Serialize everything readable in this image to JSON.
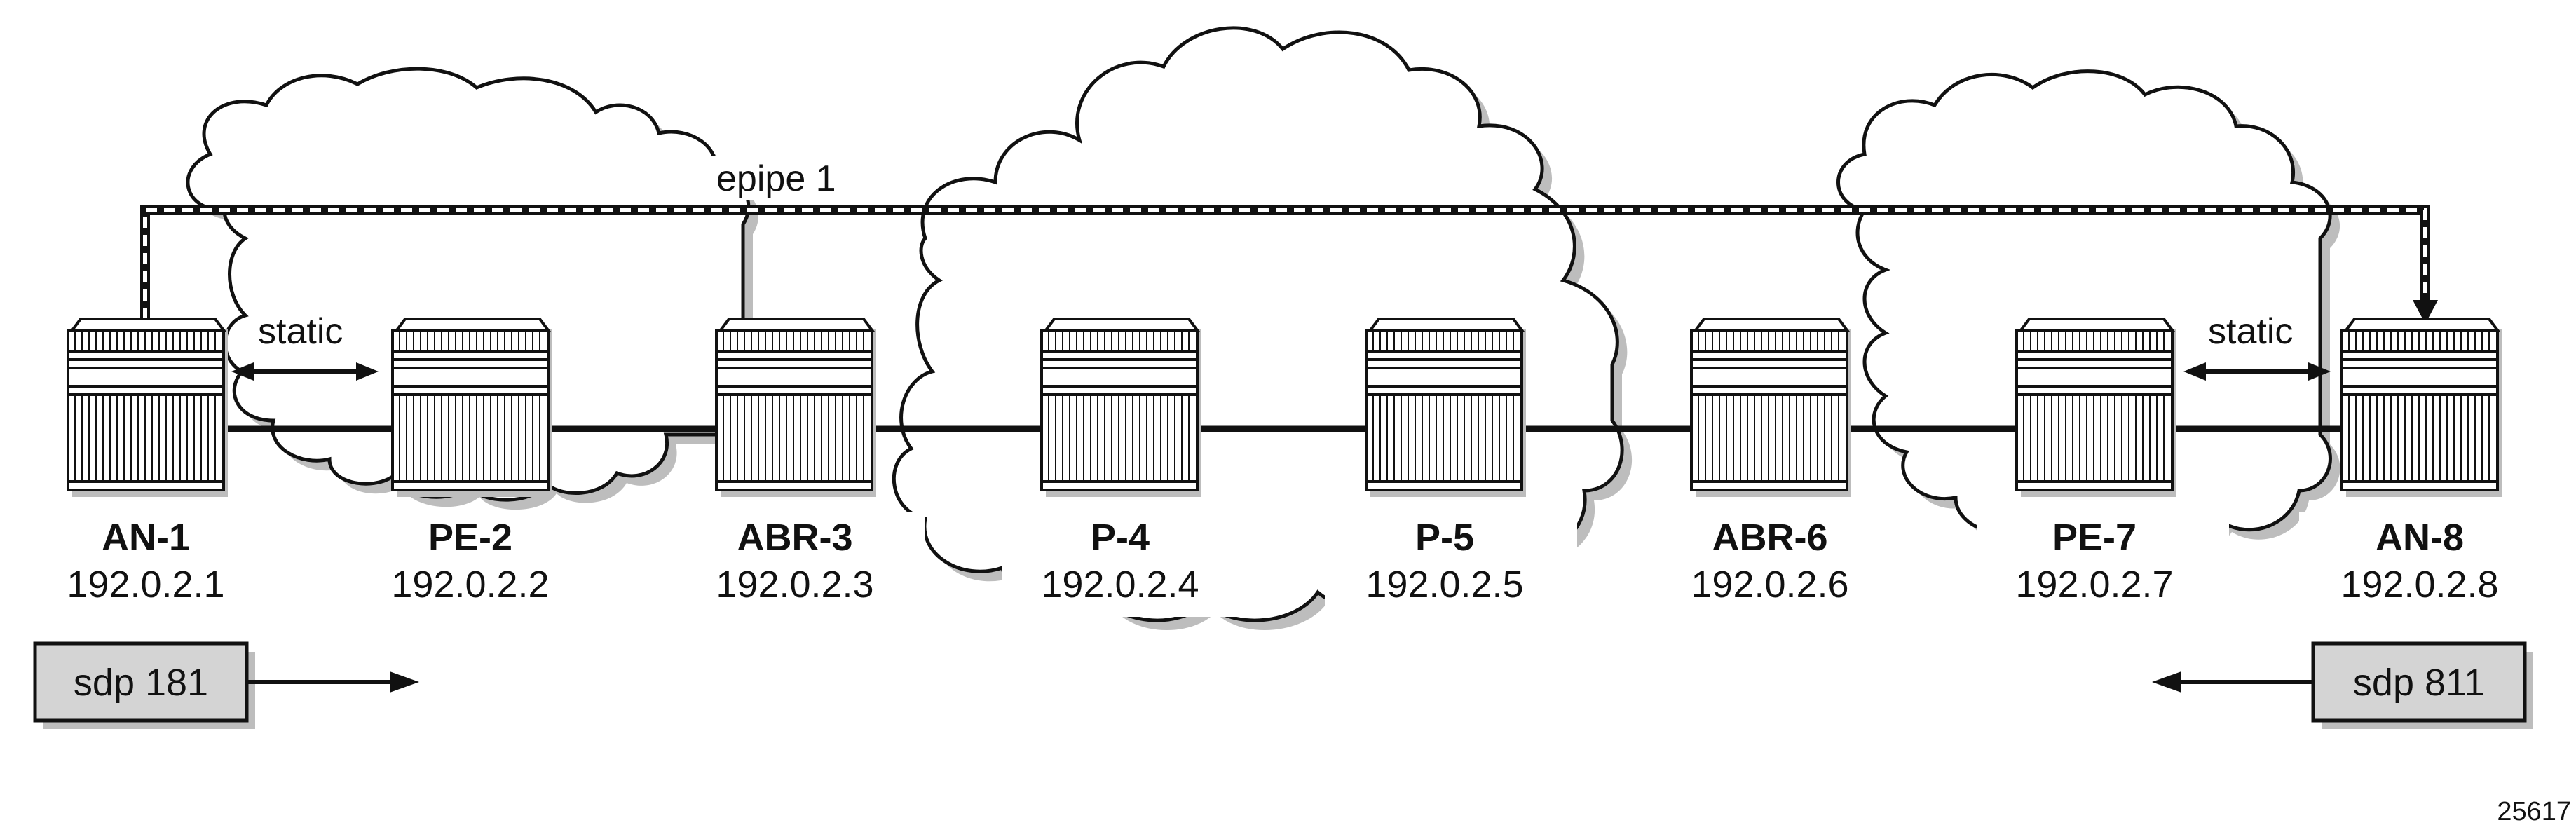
{
  "diagram": {
    "service_label": "epipe 1",
    "static_label": "static",
    "figure_number": "25617",
    "nodes": [
      {
        "id": "an1",
        "name": "AN-1",
        "ip": "192.0.2.1"
      },
      {
        "id": "pe2",
        "name": "PE-2",
        "ip": "192.0.2.2"
      },
      {
        "id": "abr3",
        "name": "ABR-3",
        "ip": "192.0.2.3"
      },
      {
        "id": "p4",
        "name": "P-4",
        "ip": "192.0.2.4"
      },
      {
        "id": "p5",
        "name": "P-5",
        "ip": "192.0.2.5"
      },
      {
        "id": "abr6",
        "name": "ABR-6",
        "ip": "192.0.2.6"
      },
      {
        "id": "pe7",
        "name": "PE-7",
        "ip": "192.0.2.7"
      },
      {
        "id": "an8",
        "name": "AN-8",
        "ip": "192.0.2.8"
      }
    ],
    "sdps": [
      {
        "label": "sdp 181"
      },
      {
        "label": "sdp 811"
      }
    ]
  },
  "colors": {
    "stroke": "#111111",
    "sdp_fill": "#d4d4d4",
    "shadow": "#bdbdbd",
    "router_fill": "#ffffff"
  }
}
